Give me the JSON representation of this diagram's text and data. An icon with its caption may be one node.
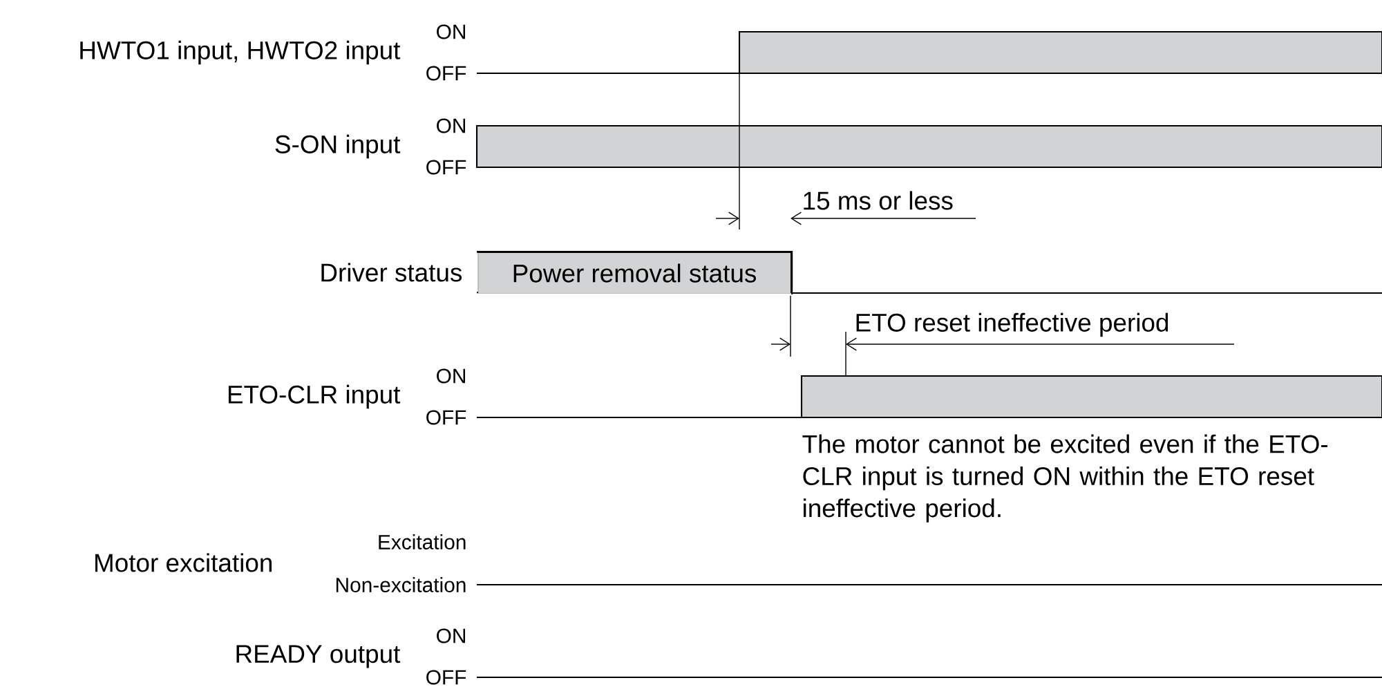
{
  "diagram": {
    "nodes": [
      {
        "text": [
          "Power removal status"
        ]
      }
    ],
    "labels": [
      "ON",
      "HWTO1 input, HWTO2 input",
      "OFF",
      "ON",
      "S-ON input",
      "OFF",
      "15 ms or less",
      "Driver status",
      "ETO reset ineffective period",
      "ON",
      "ETO-CLR input",
      "OFF",
      "The motor cannot be excited even if the ETO-CLR input is turned ON within the ETO reset ineffective period.",
      "Excitation",
      "Motor excitation",
      "Non-excitation",
      "ON",
      "READY output",
      "OFF"
    ]
  }
}
